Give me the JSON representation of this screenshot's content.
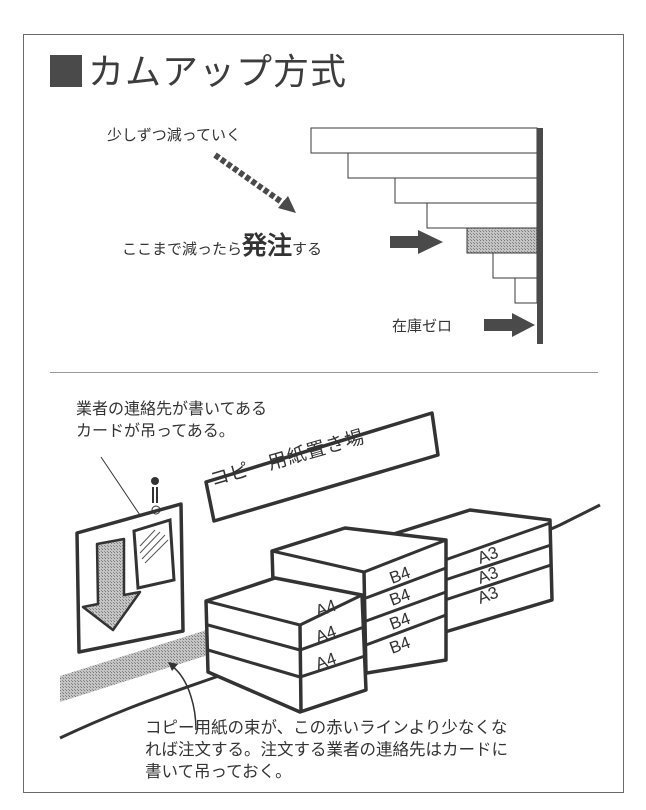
{
  "title": "カムアップ方式",
  "top_diagram": {
    "label_decreasing": "少しずつ減っていく",
    "label_order_prefix": "ここまで減ったら",
    "label_order_big": "発注",
    "label_order_suffix": "する",
    "label_zero": "在庫ゼロ",
    "stock_levels": [
      7,
      6,
      5,
      4,
      3,
      2,
      1
    ],
    "order_point_index": 4,
    "colors": {
      "bar_fill": "#ffffff",
      "order_fill": "#b0b0b0",
      "wall": "#4a4a4a",
      "arrow": "#4a4a4a"
    }
  },
  "bottom_diagram": {
    "note_card_line1": "業者の連絡先が書いてある",
    "note_card_line2": "カードが吊ってある。",
    "sign": "コピー用紙置き場",
    "stacks": [
      {
        "name": "A4",
        "labels": [
          "A4",
          "A4",
          "A4"
        ]
      },
      {
        "name": "B4",
        "labels": [
          "B4",
          "B4",
          "B4",
          "B4"
        ]
      },
      {
        "name": "A3",
        "labels": [
          "A3",
          "A3",
          "A3"
        ]
      }
    ],
    "caption_line1": "コピー用紙の束が、この赤いラインより少なくな",
    "caption_line2": "れば注文する。注文する業者の連絡先はカードに",
    "caption_line3": "書いて吊っておく。",
    "colors": {
      "red_line": "#a8a8a8",
      "down_arrow": "#6e6e6e",
      "stroke": "#333333"
    }
  }
}
